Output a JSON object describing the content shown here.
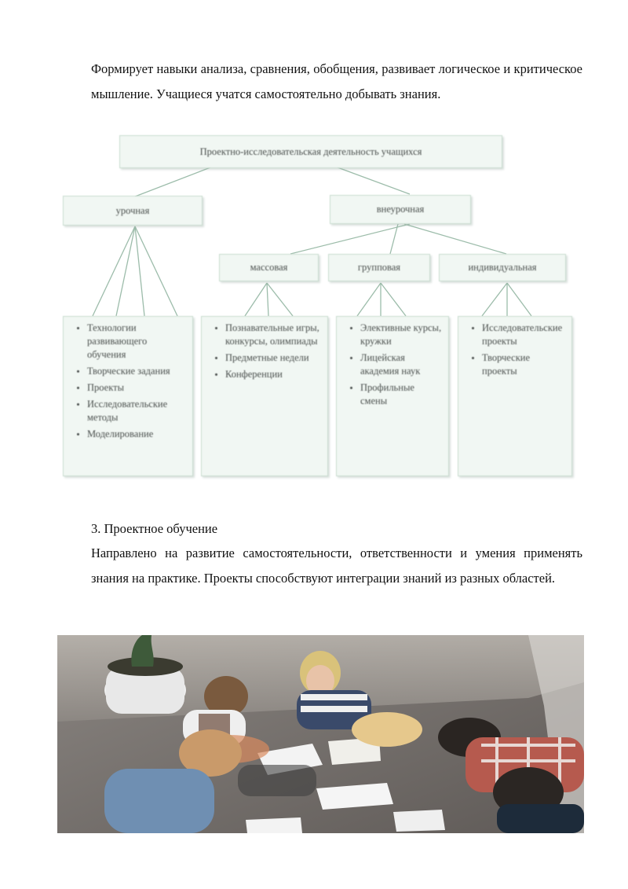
{
  "text": {
    "paragraph1": "Формирует навыки анализа, сравнения, обобщения, развивает логическое и критическое мышление. Учащиеся учатся самостоятельно добывать знания.",
    "heading3": "3. Проектное обучение",
    "paragraph2": "Направлено на развитие самостоятельности, ответственности и умения применять знания на практике. Проекты способствуют интеграции знаний из разных областей."
  },
  "diagram": {
    "root": "Проектно-исследовательская деятельность учащихся",
    "lesson": "урочная",
    "extracurricular": "внеурочная",
    "mass": "массовая",
    "group": "групповая",
    "individual": "индивидуальная",
    "lists": {
      "lesson": [
        "Технологии развивающего обучения",
        "Творческие задания",
        "Проекты",
        "Исследовательские методы",
        "Моделирование"
      ],
      "mass": [
        "Познавательные игры, конкурсы, олимпиады",
        "Предметные недели",
        "Конференции"
      ],
      "group": [
        "Элективные курсы, кружки",
        "Лицейская академия наук",
        "Профильные смены"
      ],
      "individual": [
        "Исследовательские проекты",
        "Творческие проекты"
      ]
    }
  },
  "photo": {
    "description_icon": "students-working-on-floor-photo"
  },
  "colors": {
    "box_fill": "#f1f7f3",
    "box_border": "#c9dccf",
    "connector": "#8fb3a0"
  }
}
